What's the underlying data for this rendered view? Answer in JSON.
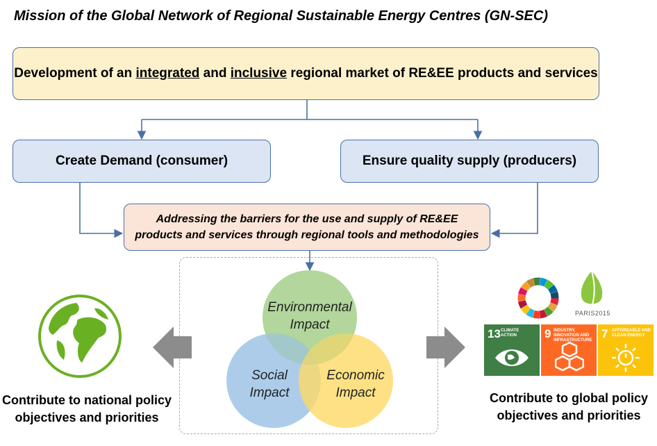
{
  "title": "Mission of the Global Network of Regional Sustainable Energy Centres (GN-SEC)",
  "mission": {
    "prefix": "Development of an",
    "word1": "integrated",
    "and": "and",
    "word2": "inclusive",
    "suffix": "regional market of RE&EE products and services"
  },
  "demand": "Create Demand (consumer)",
  "supply": "Ensure quality supply (producers)",
  "barriers": {
    "line1": "Addressing the barriers for the use and supply of RE&EE",
    "line2": "products and services through regional tools and methodologies"
  },
  "venn": {
    "environmental": [
      "Environmental",
      "Impact"
    ],
    "social": [
      "Social",
      "Impact"
    ],
    "economic": [
      "Economic",
      "Impact"
    ]
  },
  "left_caption": [
    "Contribute to national policy",
    "objectives and priorities"
  ],
  "right_caption": [
    "Contribute to global policy",
    "objectives and priorities"
  ],
  "paris_label": "PARIS2015",
  "sdg_tiles": [
    {
      "number": "13",
      "text": "CLIMATE ACTION",
      "color": "#3f7e44"
    },
    {
      "number": "9",
      "text": "INDUSTRY, INNOVATION AND INFRASTRUCTURE",
      "color": "#fd6925"
    },
    {
      "number": "7",
      "text": "AFFORDABLE AND CLEAN ENERGY",
      "color": "#fcc30b"
    }
  ],
  "colors": {
    "mission_fill": "#fdf1cc",
    "box_fill": "#dbe5f4",
    "barriers_fill": "#fbe5d8",
    "border": "#4a6fa5",
    "environmental": "#a9d18e",
    "social": "#9dc3e6",
    "economic": "#ffd966"
  },
  "icons": [
    "globe-icon",
    "sdg-wheel-icon",
    "paris-leaf-icon",
    "arrow-left-icon",
    "arrow-right-icon"
  ]
}
